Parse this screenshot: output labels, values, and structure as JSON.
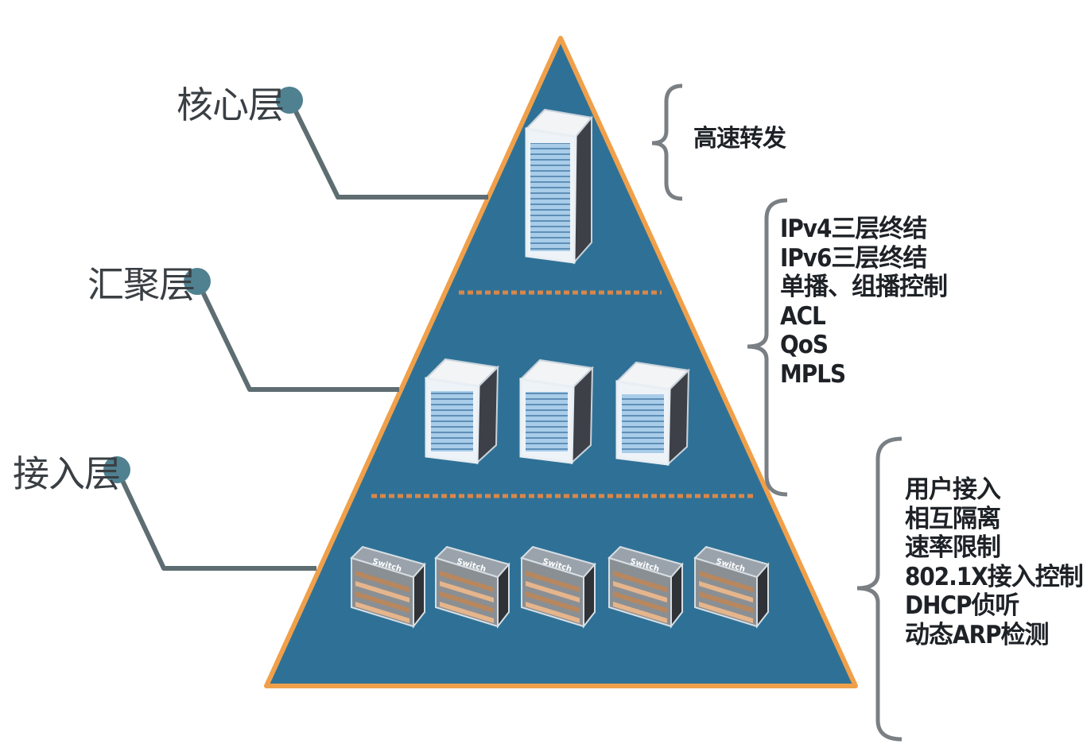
{
  "layers": {
    "core": "核心层",
    "aggregation": "汇聚层",
    "access": "接入层"
  },
  "features": {
    "core": [
      "高速转发"
    ],
    "aggregation": [
      "IPv4三层终结",
      "IPv6三层终结",
      "单播、组播控制",
      "ACL",
      "QoS",
      "MPLS"
    ],
    "access": [
      "用户接入",
      "相互隔离",
      "速率限制",
      "802.1X接入控制",
      "DHCP侦听",
      "动态ARP检测"
    ]
  },
  "switch_badge": "Switch",
  "colors": {
    "pyramid_fill": "#2f7196",
    "pyramid_border": "#f0a04a",
    "divider": "#d9874a",
    "connector": "#5e6d72",
    "connector_dot": "#4f8190",
    "bracket": "#7a7f84"
  }
}
